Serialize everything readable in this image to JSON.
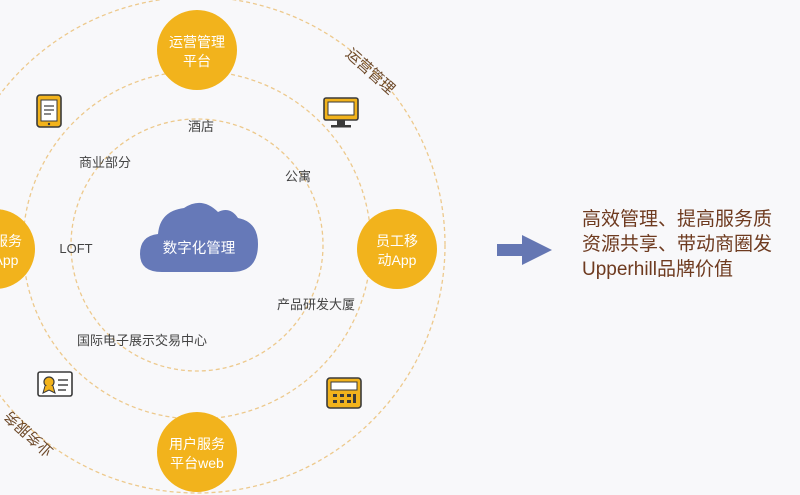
{
  "center": {
    "label": "数字化管理"
  },
  "inner_ring_labels": [
    "酒店",
    "公寓",
    "商业部分",
    "LOFT",
    "产品研发大厦",
    "国际电子展示交易中心"
  ],
  "nodes": {
    "top": {
      "line1": "运营管理",
      "line2": "平台"
    },
    "right": {
      "line1": "员工移",
      "line2": "动App"
    },
    "bottom": {
      "line1": "用户服务",
      "line2": "平台web"
    },
    "left": {
      "line1": "服务",
      "line2": "App"
    }
  },
  "outer_ring_labels": {
    "top_right": "运营管理",
    "bottom_left": "业务服务"
  },
  "icons": [
    "tablet-icon",
    "monitor-icon",
    "certificate-icon",
    "pos-terminal-icon"
  ],
  "summary": {
    "line1": "高效管理、提高服务质",
    "line2": "资源共享、带动商圈发",
    "line3": "Upperhill品牌价值"
  },
  "colors": {
    "node_fill": "#f2b31c",
    "cloud_fill": "#6679b8",
    "ring_dash": "#edc98c",
    "arrow": "#6577b3",
    "summary_text": "#6e3a1f",
    "label_text": "#444444",
    "ring_label_text": "#6e4a2a"
  }
}
